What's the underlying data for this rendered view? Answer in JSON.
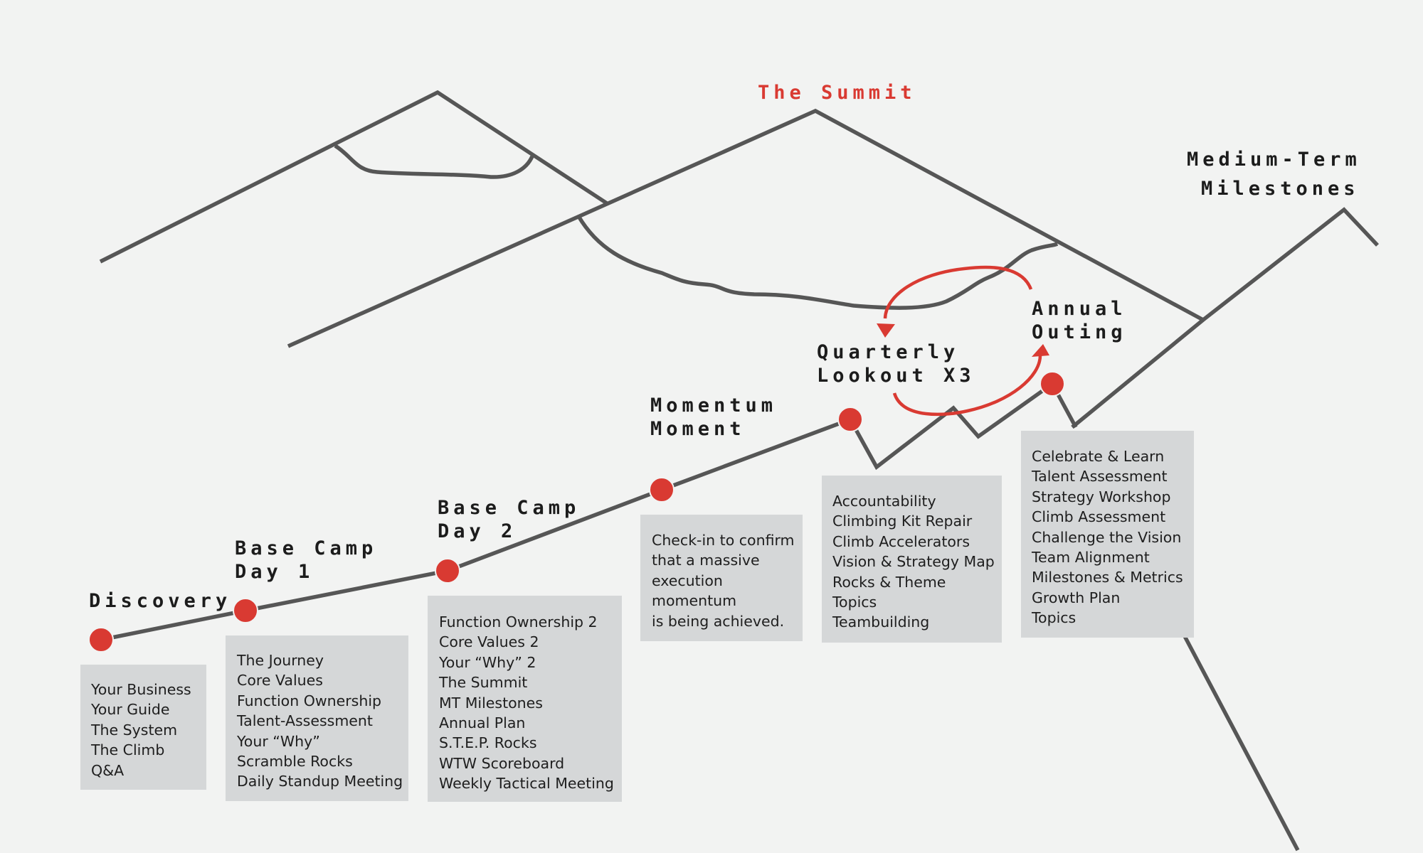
{
  "colors": {
    "background": "#f2f3f2",
    "line": "#565656",
    "accent": "#d93a32",
    "box": "#d5d7d8"
  },
  "summit_label": "The Summit",
  "milestones_label": [
    "Medium-Term",
    "Milestones"
  ],
  "stages": [
    {
      "title": [
        "Discovery"
      ],
      "items": [
        "Your Business",
        "Your Guide",
        "The System",
        "The Climb",
        "Q&A"
      ]
    },
    {
      "title": [
        "Base Camp",
        "Day 1"
      ],
      "items": [
        "The Journey",
        "Core Values",
        "Function Ownership",
        "Talent-Assessment",
        "Your “Why”",
        "Scramble Rocks",
        "Daily Standup Meeting"
      ]
    },
    {
      "title": [
        "Base Camp",
        "Day 2"
      ],
      "items": [
        "Function Ownership 2",
        "Core Values 2",
        "Your “Why” 2",
        "The Summit",
        "MT Milestones",
        "Annual Plan",
        "S.T.E.P. Rocks",
        "WTW Scoreboard",
        "Weekly Tactical Meeting"
      ]
    },
    {
      "title": [
        "Momentum",
        "Moment"
      ],
      "items": [
        "Check-in to confirm",
        "that a massive",
        "execution",
        "momentum",
        "is being achieved."
      ]
    },
    {
      "title": [
        "Quarterly",
        "Lookout X3"
      ],
      "items": [
        "Accountability",
        "Climbing Kit Repair",
        "Climb Accelerators",
        "Vision & Strategy Map",
        "Rocks & Theme",
        "Topics",
        "Teambuilding"
      ]
    },
    {
      "title": [
        "Annual",
        "Outing"
      ],
      "items": [
        "Celebrate & Learn",
        "Talent Assessment",
        "Strategy Workshop",
        "Climb Assessment",
        "Challenge the Vision",
        "Team Alignment",
        "Milestones & Metrics",
        "Growth Plan",
        "Topics"
      ]
    }
  ]
}
